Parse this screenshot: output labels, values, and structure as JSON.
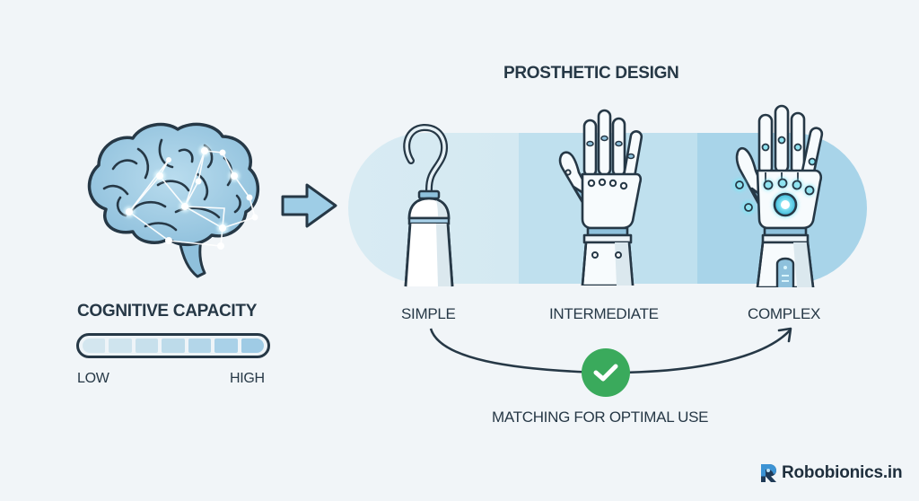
{
  "left_panel": {
    "title": "COGNITIVE CAPACITY",
    "scale": {
      "low_label": "LOW",
      "high_label": "HIGH",
      "segments": 7,
      "segment_colors": [
        "#d3e6ef",
        "#cfe4ee",
        "#c7e0ec",
        "#bddbea",
        "#b3d6e9",
        "#a9d1e8",
        "#9fcbe5"
      ]
    },
    "brain_icon": "brain-network-icon"
  },
  "connector": {
    "icon": "arrow-right-icon"
  },
  "right_panel": {
    "title": "PROSTHETIC DESIGN",
    "levels": [
      {
        "label": "SIMPLE",
        "icon": "hook-prosthetic-icon",
        "band_color": "#d6eaf3"
      },
      {
        "label": "INTERMEDIATE",
        "icon": "robotic-hand-icon",
        "band_color": "#bfe0ee"
      },
      {
        "label": "COMPLEX",
        "icon": "advanced-bionic-hand-icon",
        "band_color": "#a8d4e9"
      }
    ]
  },
  "matching": {
    "label": "MATCHING FOR OPTIMAL USE",
    "icon": "check-circle-icon",
    "check_color": "#3aaa5c"
  },
  "branding": {
    "logo_text": "Robobionics.in",
    "logo_icon": "robobionics-r-logo-icon"
  },
  "colors": {
    "background": "#f1f5f8",
    "ink": "#263846",
    "accent_blue": "#9fcbe5",
    "glow": "#5cd0e8"
  }
}
